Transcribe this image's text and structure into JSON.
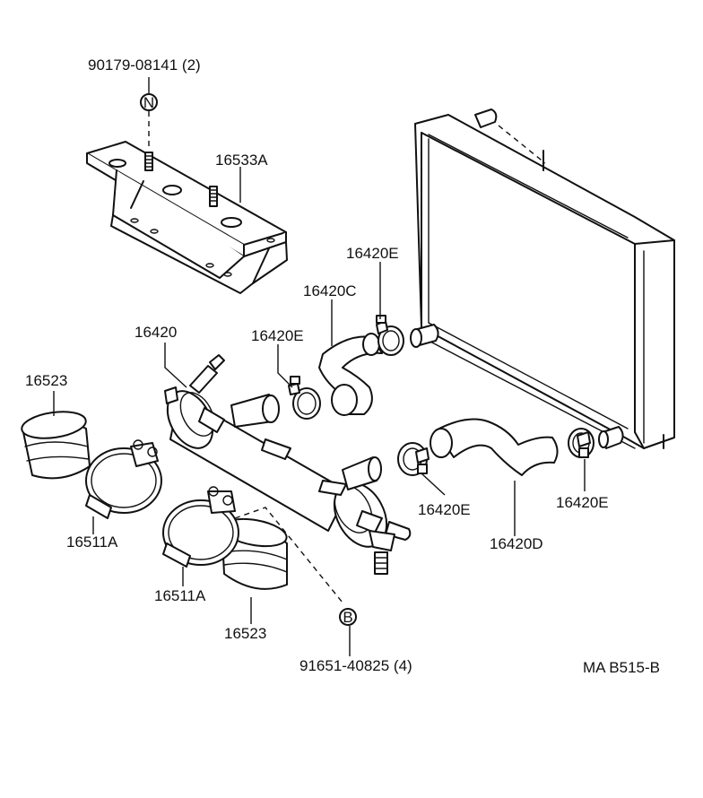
{
  "labels": {
    "bolt_top": "90179-08141 (2)",
    "nut_marker": "N",
    "bracket": "16533A",
    "hose_e_top": "16420E",
    "hose_c": "16420C",
    "cooler": "16420",
    "hose_e_left": "16420E",
    "cushion_top": "16523",
    "band_top": "16511A",
    "band_bottom": "16511A",
    "cushion_bottom": "16523",
    "bolt_marker": "B",
    "bolt_bottom": "91651-40825 (4)",
    "hose_e_mid": "16420E",
    "hose_d": "16420D",
    "hose_e_right": "16420E",
    "diagram_code": "MA B515-B"
  }
}
